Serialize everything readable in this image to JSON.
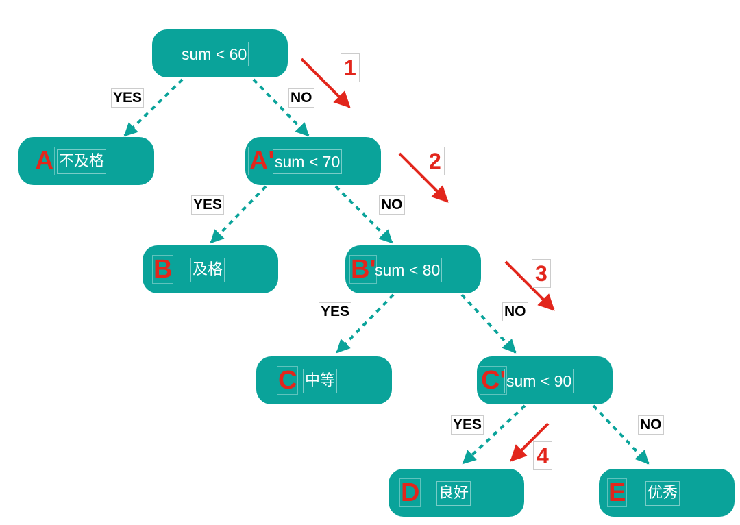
{
  "colors": {
    "node": "#0aa39a",
    "edge": "#0aa39a",
    "accent": "#e2261c"
  },
  "nodes": {
    "root": {
      "label": "sum < 60"
    },
    "a": {
      "letter": "A",
      "label": "不及格"
    },
    "a_prime": {
      "letter": "A'",
      "label": "sum < 70"
    },
    "b": {
      "letter": "B",
      "label": "及格"
    },
    "b_prime": {
      "letter": "B'",
      "label": "sum < 80"
    },
    "c": {
      "letter": "C",
      "label": "中等"
    },
    "c_prime": {
      "letter": "C'",
      "label": "sum < 90"
    },
    "d": {
      "letter": "D",
      "label": "良好"
    },
    "e": {
      "letter": "E",
      "label": "优秀"
    }
  },
  "edges": {
    "yes": "YES",
    "no": "NO"
  },
  "steps": [
    "1",
    "2",
    "3",
    "4"
  ]
}
